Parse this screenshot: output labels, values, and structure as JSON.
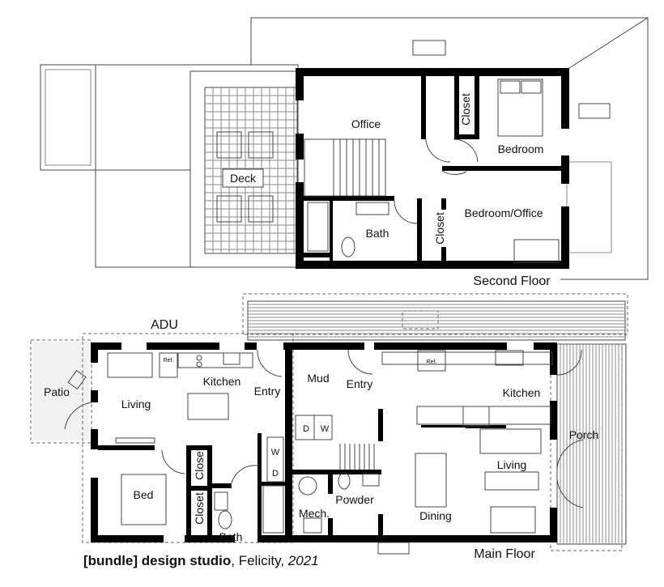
{
  "second_floor": {
    "title": "Second Floor",
    "rooms": {
      "office": "Office",
      "closet_1": "Closet",
      "bedroom": "Bedroom",
      "deck": "Deck",
      "bath": "Bath",
      "closet_2": "Closet",
      "bedroom_office": "Bedroom/Office"
    }
  },
  "main_floor": {
    "title": "Main Floor",
    "adu_label": "ADU",
    "rooms": {
      "patio": "Patio",
      "adu_living": "Living",
      "adu_kitchen": "Kitchen",
      "adu_entry": "Entry",
      "adu_ref": "Ref.",
      "adu_bed": "Bed",
      "adu_closet_1": "Closet",
      "adu_closet_2": "Closet",
      "adu_bath": "Bath",
      "adu_washer": "W",
      "adu_dryer": "D",
      "mud": "Mud",
      "entry": "Entry",
      "dryer": "D",
      "washer": "W",
      "ref": "Ref.",
      "kitchen": "Kitchen",
      "porch": "Porch",
      "living": "Living",
      "powder": "Powder",
      "mech": "Mech.",
      "dining": "Dining"
    }
  },
  "caption": {
    "studio": "[bundle] design studio",
    "project": ", Felicity, ",
    "year": "2021"
  }
}
